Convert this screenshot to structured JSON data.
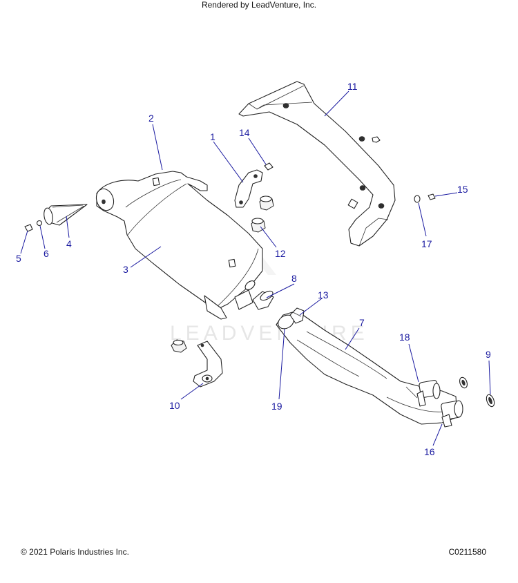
{
  "diagram": {
    "watermark": "LEADVENTURE",
    "callouts": [
      {
        "id": "1",
        "label": "1"
      },
      {
        "id": "2",
        "label": "2"
      },
      {
        "id": "3",
        "label": "3"
      },
      {
        "id": "4",
        "label": "4"
      },
      {
        "id": "5",
        "label": "5"
      },
      {
        "id": "6",
        "label": "6"
      },
      {
        "id": "7",
        "label": "7"
      },
      {
        "id": "8",
        "label": "8"
      },
      {
        "id": "9",
        "label": "9"
      },
      {
        "id": "10",
        "label": "10"
      },
      {
        "id": "11",
        "label": "11"
      },
      {
        "id": "12",
        "label": "12"
      },
      {
        "id": "13",
        "label": "13"
      },
      {
        "id": "14",
        "label": "14"
      },
      {
        "id": "15",
        "label": "15"
      },
      {
        "id": "16",
        "label": "16"
      },
      {
        "id": "17",
        "label": "17"
      },
      {
        "id": "18",
        "label": "18"
      },
      {
        "id": "19",
        "label": "19"
      }
    ],
    "callout_color": "#1a1aa0"
  },
  "footer": {
    "copyright": "© 2021 Polaris Industries Inc.",
    "diagram_code": "C0211580",
    "rendered_by": "Rendered by LeadVenture, Inc."
  }
}
